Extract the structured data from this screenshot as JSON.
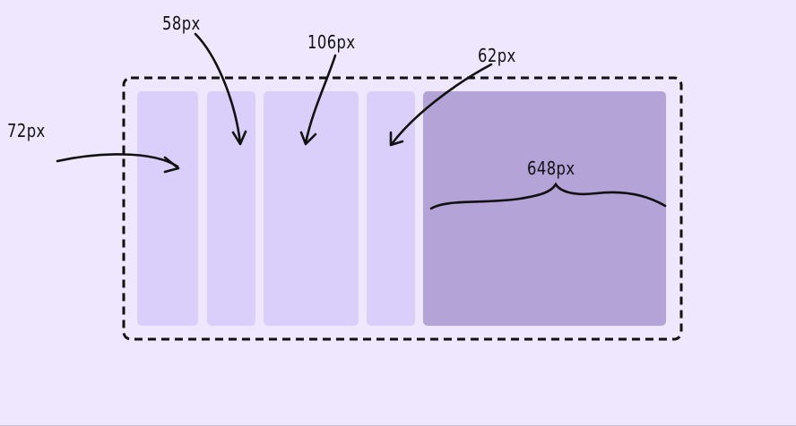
{
  "colors": {
    "background": "#efe7fd",
    "column_light": "#dacffb",
    "column_dark": "#b3a3d7",
    "stroke": "#111111",
    "bottom_line": "#c9c1d6"
  },
  "columns": [
    {
      "id": "col-1",
      "label": "72px",
      "emphasis": false
    },
    {
      "id": "col-2",
      "label": "58px",
      "emphasis": false
    },
    {
      "id": "col-3",
      "label": "106px",
      "emphasis": false
    },
    {
      "id": "col-4",
      "label": "62px",
      "emphasis": false
    },
    {
      "id": "col-5",
      "label": "648px",
      "emphasis": true
    }
  ],
  "annotations": {
    "label_72": "72px",
    "label_58": "58px",
    "label_106": "106px",
    "label_62": "62px",
    "label_648": "648px"
  }
}
